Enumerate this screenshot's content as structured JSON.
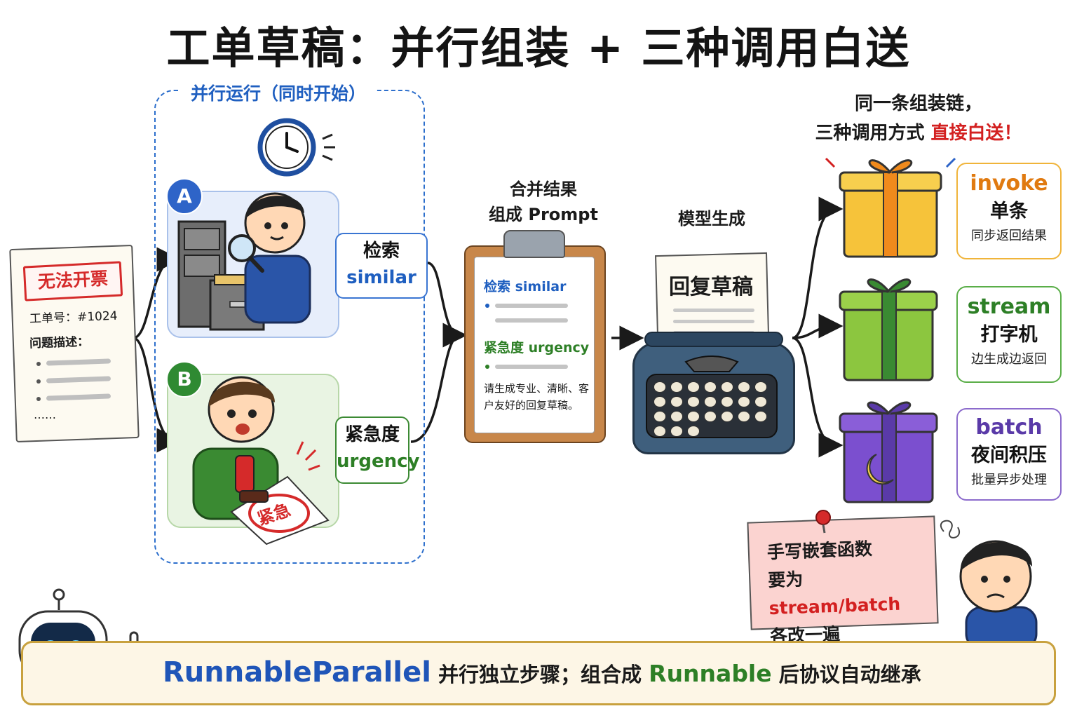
{
  "title": "工单草稿：并行组装 + 三种调用白送",
  "parallel": {
    "label": "并行运行（同时开始）",
    "branch_a": {
      "badge": "A",
      "tag_line1": "检索",
      "tag_line2": "similar"
    },
    "branch_b": {
      "badge": "B",
      "tag_line1": "紧急度",
      "tag_line2": "urgency",
      "stamp": "紧急"
    }
  },
  "ticket": {
    "stamp": "无法开票",
    "id_label": "工单号：#1024",
    "desc_label": "问题描述：",
    "ellipsis": "……"
  },
  "merge": {
    "label_line1": "合并结果",
    "label_line2": "组成 Prompt",
    "clip_search": "检索 similar",
    "clip_urgency": "紧急度 urgency",
    "clip_instruction": "请生成专业、清晰、客户友好的回复草稿。"
  },
  "model": {
    "label": "模型生成",
    "draft": "回复草稿"
  },
  "right": {
    "caption_line1": "同一条组装链，",
    "caption_line2_prefix": "三种调用方式",
    "caption_line2_highlight": "直接白送！"
  },
  "modes": [
    {
      "name": "invoke",
      "main": "单条",
      "sub": "同步返回结果",
      "color": "#e07a10"
    },
    {
      "name": "stream",
      "main": "打字机",
      "sub": "边生成边返回",
      "color": "#2d7f26"
    },
    {
      "name": "batch",
      "main": "夜间积压",
      "sub": "批量异步处理",
      "color": "#5a3aa8"
    }
  ],
  "sticky": {
    "line1": "手写嵌套函数",
    "line2_prefix": "要为",
    "line2_highlight": "stream/batch",
    "line3": "各改一遍"
  },
  "bottom": {
    "term1": "RunnableParallel",
    "text1": "并行独立步骤；组合成",
    "term2": "Runnable",
    "text2": "后协议自动继承"
  },
  "colors": {
    "blue_accent": "#1f5fc0",
    "green_accent": "#2d7f26",
    "red_accent": "#d32020",
    "purple_accent": "#5a3aa8",
    "orange_accent": "#e07a10"
  }
}
